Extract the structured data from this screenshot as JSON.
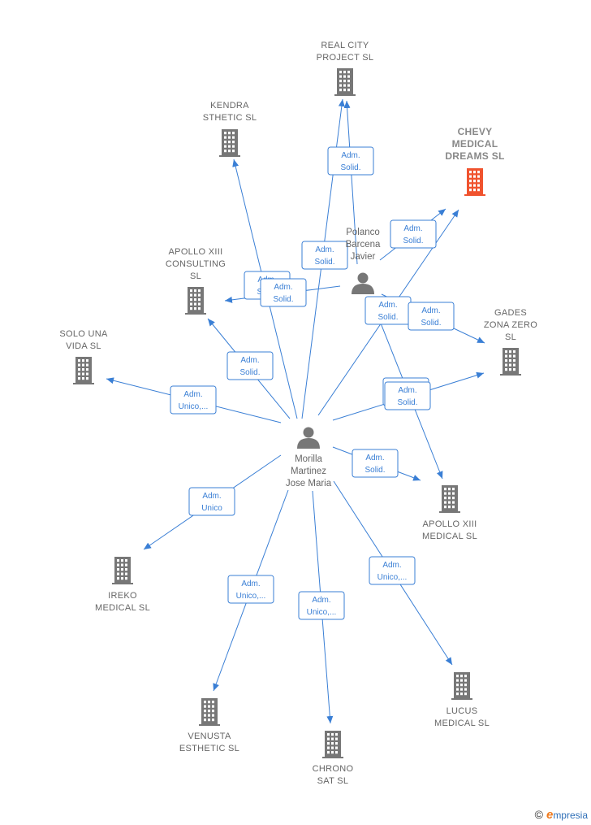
{
  "colors": {
    "edge": "#3a7fd5",
    "building": "#777777",
    "building_focus": "#f0532e",
    "person": "#777777"
  },
  "persons": [
    {
      "id": "morilla",
      "label": [
        "Morilla",
        "Martinez",
        "Jose Maria"
      ],
      "icon": "person-icon"
    },
    {
      "id": "polanco",
      "label": [
        "Polanco",
        "Barcena",
        "Javier"
      ],
      "icon": "person-icon"
    }
  ],
  "companies": [
    {
      "id": "realcity",
      "label": [
        "REAL CITY",
        "PROJECT  SL"
      ],
      "focus": false,
      "icon": "building-icon"
    },
    {
      "id": "kendra",
      "label": [
        "KENDRA",
        "STHETIC  SL"
      ],
      "focus": false,
      "icon": "building-icon"
    },
    {
      "id": "chevy",
      "label": [
        "CHEVY",
        "MEDICAL",
        "DREAMS  SL"
      ],
      "focus": true,
      "icon": "building-icon"
    },
    {
      "id": "apollo_consulting",
      "label": [
        "APOLLO XIII",
        "CONSULTING",
        "SL"
      ],
      "focus": false,
      "icon": "building-icon"
    },
    {
      "id": "solouna",
      "label": [
        "SOLO UNA",
        "VIDA  SL"
      ],
      "focus": false,
      "icon": "building-icon"
    },
    {
      "id": "gades",
      "label": [
        "GADES",
        "ZONA ZERO",
        "SL"
      ],
      "focus": false,
      "icon": "building-icon"
    },
    {
      "id": "apollo_medical",
      "label": [
        "APOLLO XIII",
        "MEDICAL  SL"
      ],
      "focus": false,
      "icon": "building-icon"
    },
    {
      "id": "ireko",
      "label": [
        "IREKO",
        "MEDICAL  SL"
      ],
      "focus": false,
      "icon": "building-icon"
    },
    {
      "id": "lucus",
      "label": [
        "LUCUS",
        "MEDICAL  SL"
      ],
      "focus": false,
      "icon": "building-icon"
    },
    {
      "id": "venusta",
      "label": [
        "VENUSTA",
        "ESTHETIC  SL"
      ],
      "focus": false,
      "icon": "building-icon"
    },
    {
      "id": "chrono",
      "label": [
        "CHRONO",
        "SAT  SL"
      ],
      "focus": false,
      "icon": "building-icon"
    }
  ],
  "edges": [
    {
      "from": "morilla",
      "to": "realcity",
      "label": [
        "Adm.",
        "Solid."
      ]
    },
    {
      "from": "morilla",
      "to": "kendra",
      "label": [
        "Adm.",
        "Solid."
      ]
    },
    {
      "from": "morilla",
      "to": "apollo_consulting",
      "label": [
        "Adm.",
        "Solid."
      ]
    },
    {
      "from": "morilla",
      "to": "solouna",
      "label": [
        "Adm.",
        "Unico,..."
      ]
    },
    {
      "from": "morilla",
      "to": "gades",
      "label": [
        "Adm.",
        "Solid."
      ]
    },
    {
      "from": "morilla",
      "to": "apollo_medical",
      "label": [
        "Adm.",
        "Solid."
      ]
    },
    {
      "from": "morilla",
      "to": "ireko",
      "label": [
        "Adm.",
        "Unico"
      ]
    },
    {
      "from": "morilla",
      "to": "lucus",
      "label": [
        "Adm.",
        "Unico,..."
      ]
    },
    {
      "from": "morilla",
      "to": "venusta",
      "label": [
        "Adm.",
        "Unico,..."
      ]
    },
    {
      "from": "morilla",
      "to": "chrono",
      "label": [
        "Adm.",
        "Unico,..."
      ]
    },
    {
      "from": "morilla",
      "to": "chevy",
      "label": [
        "Adm.",
        "Solid."
      ]
    },
    {
      "from": "polanco",
      "to": "realcity",
      "label": [
        "Adm.",
        "Solid."
      ]
    },
    {
      "from": "polanco",
      "to": "chevy",
      "label": [
        "Adm.",
        "Solid."
      ]
    },
    {
      "from": "polanco",
      "to": "apollo_consulting",
      "label": [
        "Adm.",
        "Solid."
      ]
    },
    {
      "from": "polanco",
      "to": "gades",
      "label": [
        "Adm.",
        "Solid."
      ]
    },
    {
      "from": "polanco",
      "to": "apollo_medical",
      "label": [
        "Adm.",
        "Solid."
      ]
    }
  ],
  "watermark": {
    "copyright": "©",
    "brand_initial": "e",
    "brand_rest": "mpresia"
  }
}
